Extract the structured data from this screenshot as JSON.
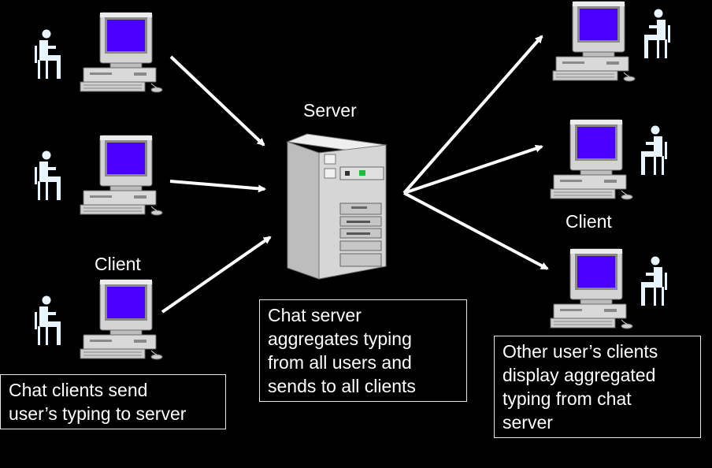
{
  "labels": {
    "server": "Server",
    "client_left": "Client",
    "client_right": "Client"
  },
  "captions": {
    "left": [
      "Chat clients send",
      "user’s typing to server"
    ],
    "center": [
      "Chat server",
      "aggregates typing",
      "from all users and",
      "sends to all clients"
    ],
    "right": [
      "Other user’s clients",
      "display aggregated",
      "typing from  chat",
      "server"
    ]
  },
  "colors": {
    "background": "#000000",
    "screen": "#4b00ff",
    "computer_body": "#d9d9d9",
    "person": "#e8f4ff",
    "arrow": "#ffffff"
  }
}
